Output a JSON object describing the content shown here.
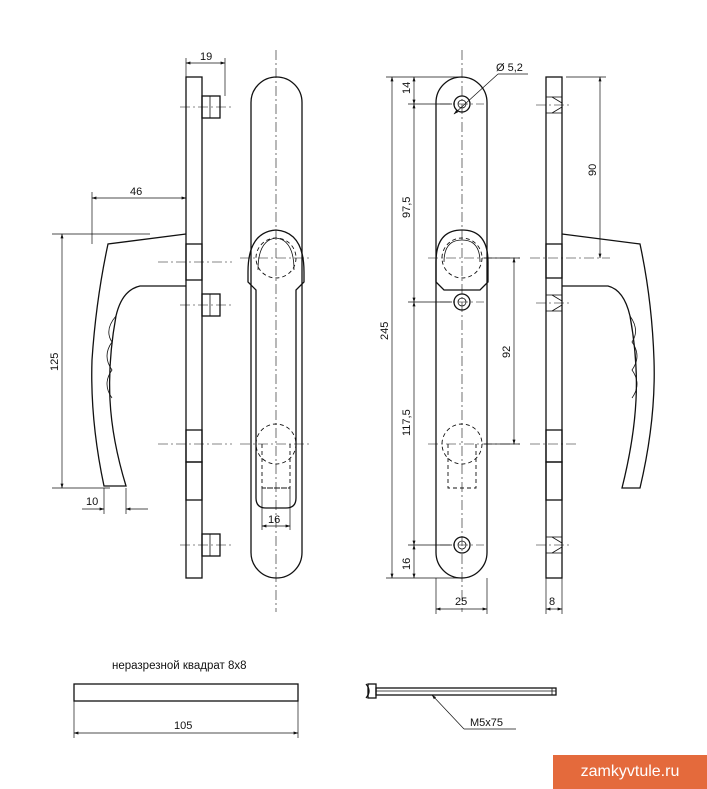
{
  "dimensions": {
    "d19": "19",
    "d46": "46",
    "d125": "125",
    "d10": "10",
    "d16a": "16",
    "d14": "14",
    "d97_5": "97,5",
    "d245": "245",
    "d117_5": "117,5",
    "d16b": "16",
    "d25": "25",
    "d52": "Ø 5,2",
    "d92": "92",
    "d90": "90",
    "d8": "8",
    "d105": "105",
    "screw": "M5x75"
  },
  "caption": "неразрезной квадрат 8х8",
  "watermark": "zamkyvtule.ru"
}
